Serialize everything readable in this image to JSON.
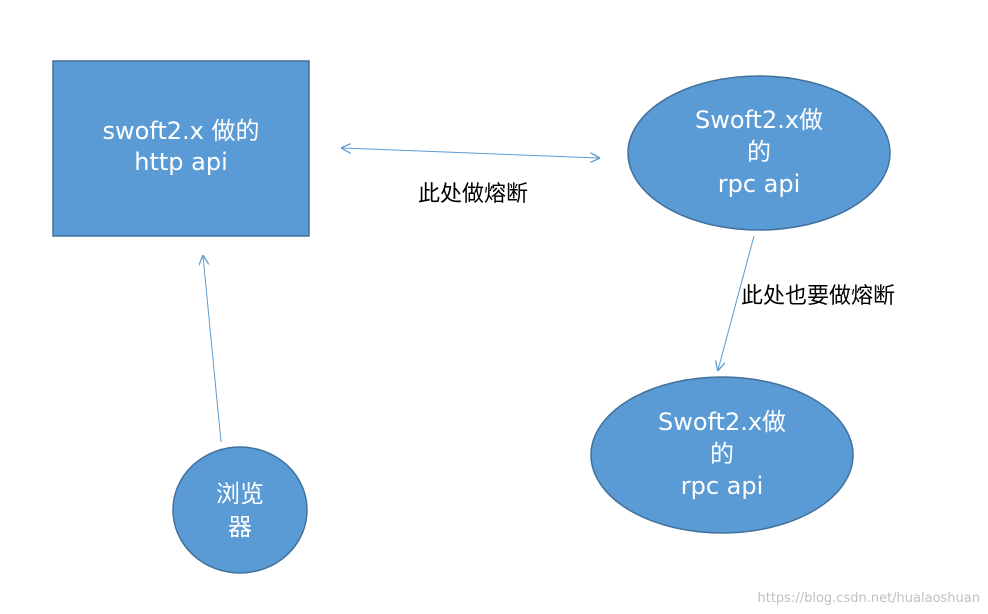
{
  "colors": {
    "node_fill": "#5b9bd5",
    "node_stroke": "#41719c",
    "edge": "#5b9bd5"
  },
  "nodes": {
    "http_api": {
      "lines": [
        "swoft2.x 做的",
        "http api"
      ]
    },
    "rpc_api_top": {
      "lines": [
        "Swoft2.x做",
        "的",
        "rpc api"
      ]
    },
    "rpc_api_bottom": {
      "lines": [
        "Swoft2.x做",
        "的",
        "rpc api"
      ]
    },
    "browser": {
      "lines": [
        "浏览",
        "器"
      ]
    }
  },
  "edges": {
    "http_rpc_label": "此处做熔断",
    "rpc_rpc_label": "此处也要做熔断"
  },
  "watermark": "https://blog.csdn.net/hualaoshuan"
}
